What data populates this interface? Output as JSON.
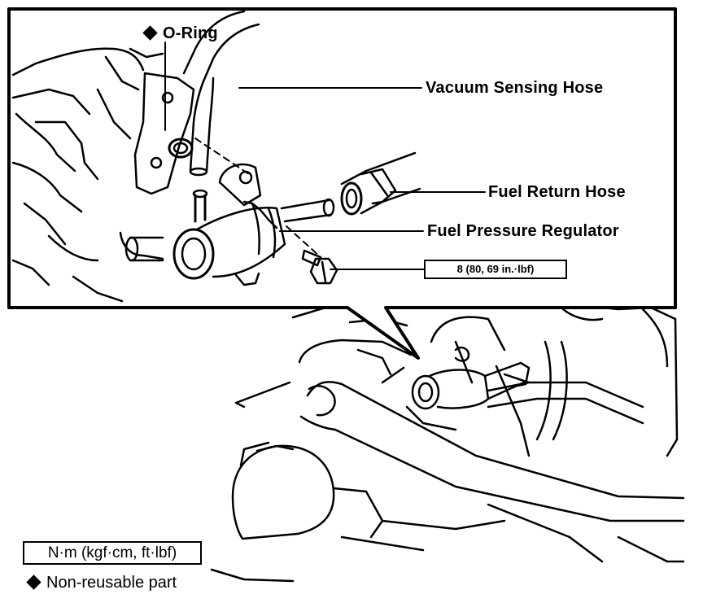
{
  "labels": {
    "o_ring": "O-Ring",
    "vacuum_sensing_hose": "Vacuum Sensing Hose",
    "fuel_return_hose": "Fuel Return Hose",
    "fuel_pressure_regulator": "Fuel Pressure Regulator",
    "torque_spec": "8 (80, 69 in.·lbf)"
  },
  "legend": {
    "torque_units": "N·m (kgf·cm, ft·lbf)",
    "non_reusable": "Non-reusable part"
  }
}
